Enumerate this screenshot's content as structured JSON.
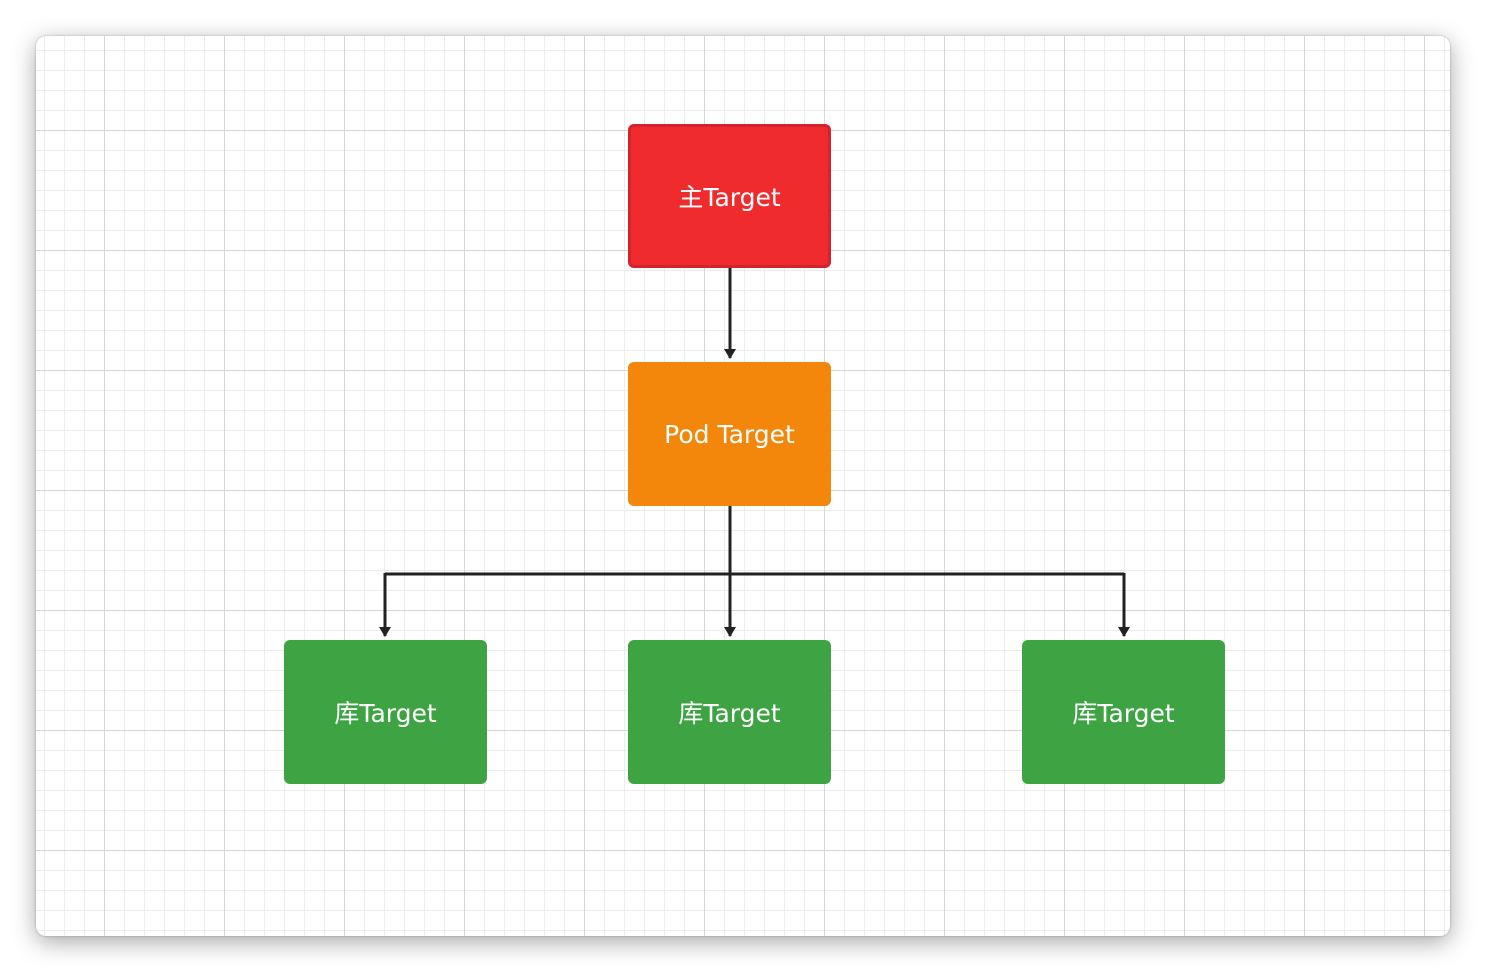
{
  "diagram": {
    "colors": {
      "main": "#ef2b2e",
      "pod": "#f3870b",
      "library": "#3ea443",
      "connector": "#222222",
      "grid_major": "#d6d6d6",
      "grid_minor": "#ececec"
    },
    "nodes": {
      "main_target": {
        "label": "主Target"
      },
      "pod_target": {
        "label": "Pod Target"
      },
      "library_targets": [
        {
          "label": "库Target"
        },
        {
          "label": "库Target"
        },
        {
          "label": "库Target"
        }
      ]
    },
    "edges": [
      {
        "from": "main_target",
        "to": "pod_target"
      },
      {
        "from": "pod_target",
        "to": "library_targets.0"
      },
      {
        "from": "pod_target",
        "to": "library_targets.1"
      },
      {
        "from": "pod_target",
        "to": "library_targets.2"
      }
    ]
  }
}
